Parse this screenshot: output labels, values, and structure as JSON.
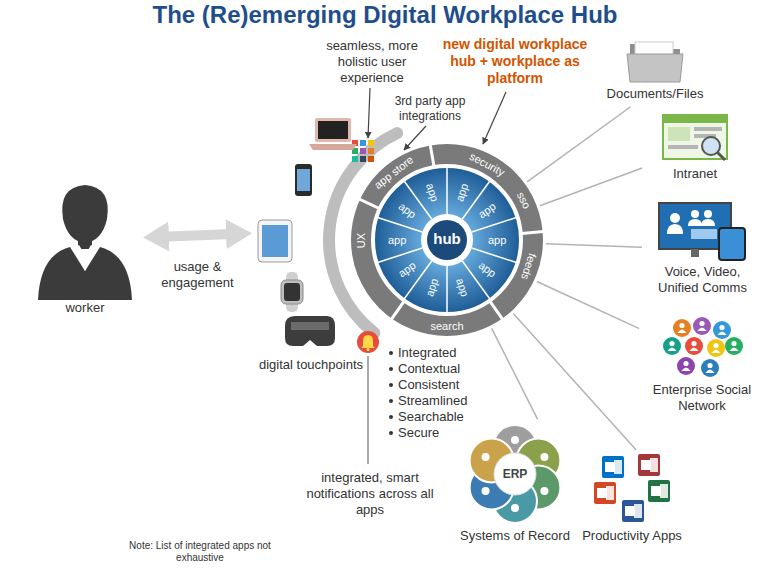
{
  "diagram": {
    "title": "The (Re)emerging Digital Workplace Hub",
    "nodes": [
      {
        "text": [
          "worker"
        ]
      },
      {
        "text": [
          "digital touchpoints"
        ]
      },
      {
        "text": [
          "hub"
        ]
      },
      {
        "text": [
          "Documents/Files"
        ]
      },
      {
        "text": [
          "Intranet"
        ]
      },
      {
        "text": [
          "Voice, Video, Unified Comms"
        ]
      },
      {
        "text": [
          "Enterprise Social Network"
        ]
      },
      {
        "text": [
          "Productivity Apps"
        ]
      },
      {
        "text": [
          "ERP",
          "Systems of Record"
        ]
      }
    ],
    "edges": [
      {
        "from": 0,
        "to": 1,
        "arrow": "both",
        "label": "usage & engagement"
      },
      {
        "from": 2,
        "to": 3,
        "arrow": "none"
      },
      {
        "from": 2,
        "to": 4,
        "arrow": "none"
      },
      {
        "from": 2,
        "to": 5,
        "arrow": "none"
      },
      {
        "from": 2,
        "to": 6,
        "arrow": "none"
      },
      {
        "from": 2,
        "to": 7,
        "arrow": "none"
      },
      {
        "from": 2,
        "to": 8,
        "arrow": "none"
      }
    ],
    "labels": [
      "seamless, more holistic user experience",
      "new digital workplace hub + workplace as platform",
      "3rd party app integrations",
      "app store",
      "security",
      "sso",
      "feeds",
      "search",
      "UX",
      "app",
      "app",
      "app",
      "app",
      "app",
      "app",
      "app",
      "app",
      "app",
      "app",
      "Integrated",
      "Contextual",
      "Consistent",
      "Streamlined",
      "Searchable",
      "Secure",
      "integrated, smart notifications across all apps",
      "Note: List of integrated apps not exhaustive"
    ]
  }
}
